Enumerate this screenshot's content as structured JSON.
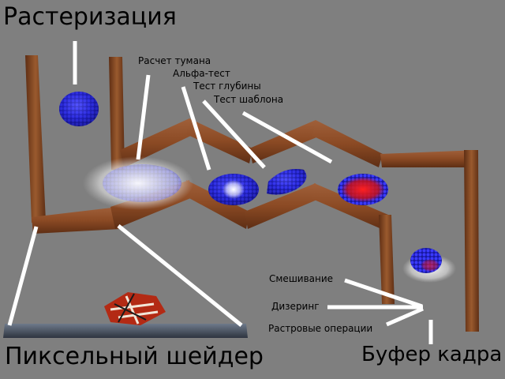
{
  "labels": {
    "rasterization": "Растеризация",
    "fog": "Расчет тумана",
    "alpha_test": "Альфа-тест",
    "depth_test": "Тест глубины",
    "stencil_test": "Тест шаблона",
    "blending": "Смешивание",
    "dithering": "Дизеринг",
    "raster_ops": "Растровые операции",
    "pixel_shader": "Пиксельный шейдер",
    "frame_buffer": "Буфер кадра"
  },
  "colors": {
    "background": "#7f7f7f",
    "wood": "#8b4a24",
    "pointer": "#ffffff",
    "teapot_blue": "#2a2ad8",
    "highlight_red": "#e01010"
  }
}
